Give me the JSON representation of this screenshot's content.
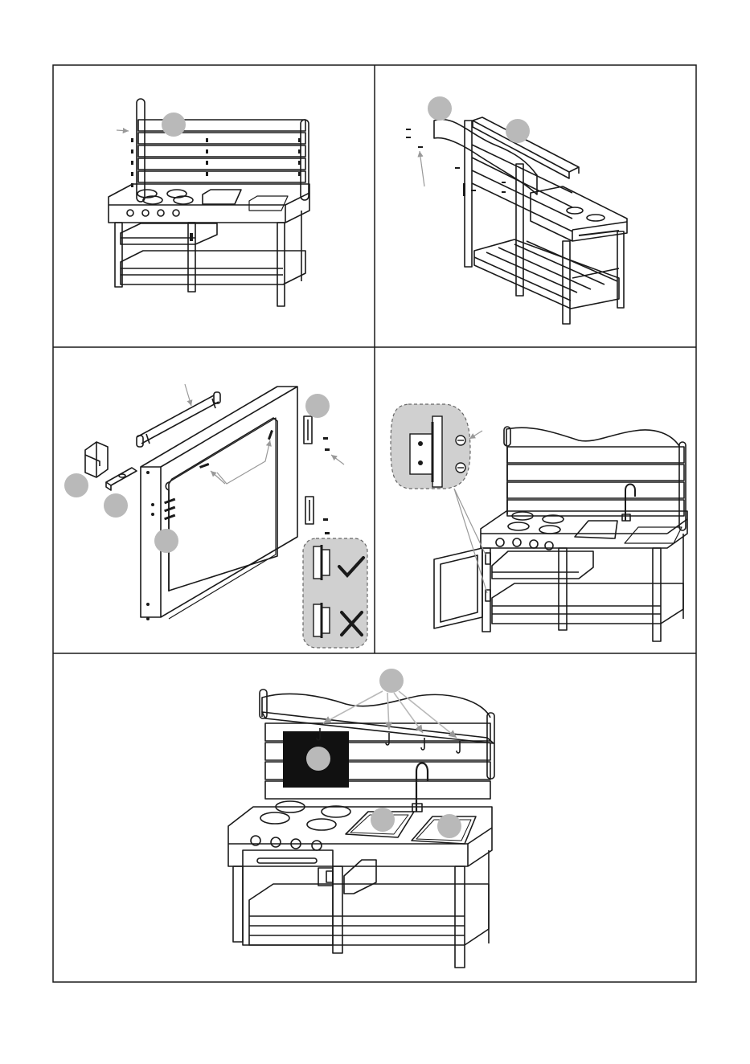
{
  "panels": [
    {
      "id": "step-1",
      "callouts": [
        ""
      ],
      "description_items": [
        "back-panel",
        "cooktop",
        "sink-cutouts",
        "shelves"
      ]
    },
    {
      "id": "step-2",
      "callouts": [
        "",
        ""
      ],
      "description_items": [
        "top-shelf",
        "wave-board",
        "screws"
      ]
    },
    {
      "id": "step-3",
      "callouts": [
        "",
        "",
        "",
        ""
      ],
      "description_items": [
        "door-handle",
        "latch",
        "oven-door",
        "hinges"
      ]
    },
    {
      "id": "step-4",
      "callouts": [],
      "description_items": [
        "hinge-detail",
        "screws",
        "kitchen-assembly"
      ]
    },
    {
      "id": "step-5",
      "callouts": [
        "",
        "",
        "",
        ""
      ],
      "description_items": [
        "hooks",
        "chalkboard",
        "sinks",
        "faucet"
      ]
    }
  ],
  "hinge_check": {
    "correct_icon": "check-icon",
    "wrong_icon": "cross-icon"
  },
  "colors": {
    "line": "#1a1a1a",
    "callout": "#b9b9b9",
    "shade": "#d0d0d0",
    "board": "#111111"
  }
}
